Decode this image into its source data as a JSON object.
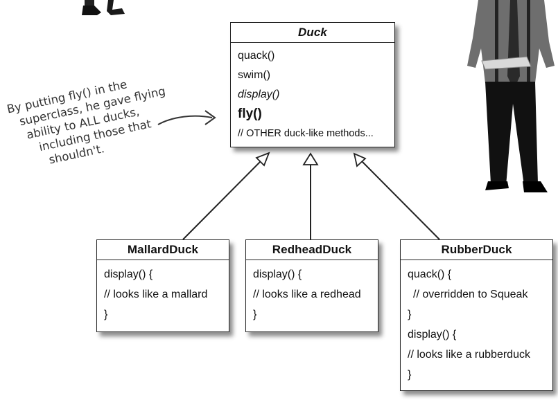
{
  "note": {
    "lines": [
      "By putting fly() in the",
      "superclass, he gave flying",
      "ability to ALL ducks,",
      "including those that",
      "shouldn't."
    ]
  },
  "duck": {
    "name": "Duck",
    "methods": [
      "quack()",
      "swim()",
      "display()",
      "fly()",
      "// OTHER duck-like methods..."
    ]
  },
  "mallard": {
    "name": "MallardDuck",
    "lines": [
      "display() {",
      "// looks like a mallard",
      "}"
    ]
  },
  "redhead": {
    "name": "RedheadDuck",
    "lines": [
      "display() {",
      "// looks like a redhead",
      "}"
    ]
  },
  "rubber": {
    "name": "RubberDuck",
    "lines": [
      "quack() {",
      "// overridden to Squeak",
      "}",
      "display() {",
      "// looks like a rubberduck",
      "}"
    ]
  }
}
